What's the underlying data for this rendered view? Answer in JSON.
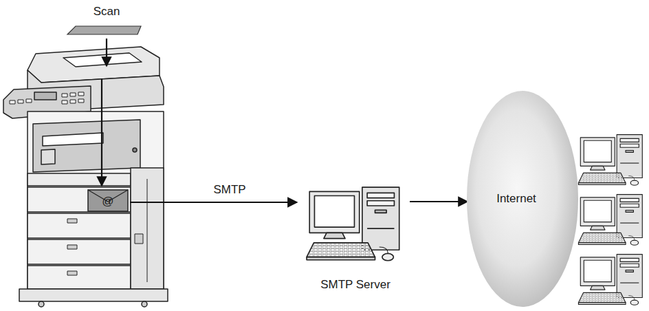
{
  "diagram": {
    "nodes": [
      {
        "text": [
          "SMTP Server"
        ]
      },
      {
        "text": [
          "Internet"
        ]
      }
    ],
    "edges": [
      {
        "from": 0,
        "to": 1,
        "arrow": "to"
      }
    ],
    "labels": [
      "Scan",
      "SMTP",
      "@"
    ]
  }
}
